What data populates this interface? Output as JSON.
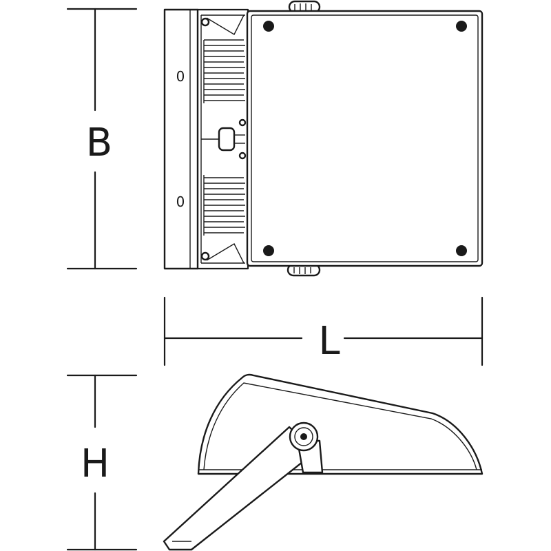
{
  "dimensions": {
    "width_label": "B",
    "length_label": "L",
    "height_label": "H"
  },
  "markings": {
    "upper": "0",
    "lower": "0"
  }
}
